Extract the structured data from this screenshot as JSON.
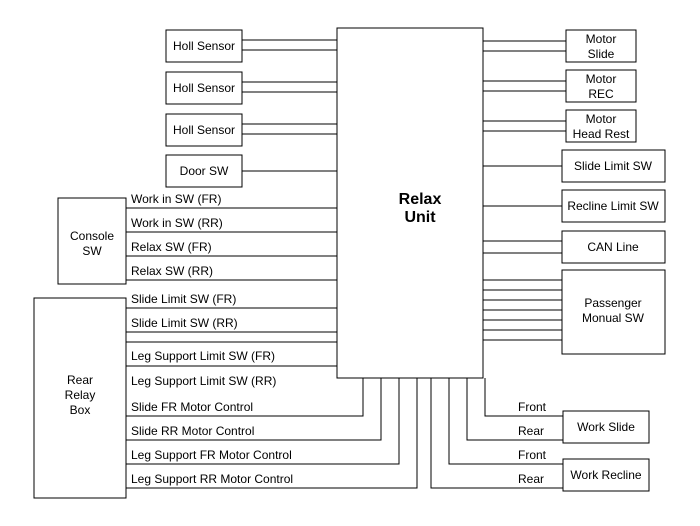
{
  "relax_unit": {
    "line1": "Relax",
    "line2": "Unit"
  },
  "left_components": {
    "holl_sensor_1": "Holl Sensor",
    "holl_sensor_2": "Holl Sensor",
    "holl_sensor_3": "Holl Sensor",
    "door_sw": "Door SW",
    "console_sw": {
      "line1": "Console",
      "line2": "SW"
    },
    "rear_relay_box": {
      "line1": "Rear",
      "line2": "Relay",
      "line3": "Box"
    }
  },
  "left_signals": [
    "Work in SW (FR)",
    "Work in SW (RR)",
    "Relax SW (FR)",
    "Relax SW (RR)",
    "Slide Limit SW (FR)",
    "Slide Limit SW (RR)",
    "Leg Support Limit SW (FR)",
    "Leg Support Limit SW (RR)",
    "Slide FR Motor Control",
    "Slide RR Motor Control",
    "Leg Support FR Motor Control",
    "Leg Support RR Motor Control"
  ],
  "right_components": {
    "motor_slide": {
      "line1": "Motor",
      "line2": "Slide"
    },
    "motor_rec": {
      "line1": "Motor",
      "line2": "REC"
    },
    "motor_head_rest": {
      "line1": "Motor",
      "line2": "Head Rest"
    },
    "slide_limit_sw": "Slide Limit SW",
    "recline_limit_sw": "Recline Limit SW",
    "can_line": "CAN Line",
    "passenger_manual_sw": {
      "line1": "Passenger",
      "line2": "Monual SW"
    }
  },
  "bottom_components": {
    "work_slide": "Work Slide",
    "work_recline": "Work Recline"
  },
  "bottom_labels": {
    "front_1": "Front",
    "rear_1": "Rear",
    "front_2": "Front",
    "rear_2": "Rear"
  }
}
